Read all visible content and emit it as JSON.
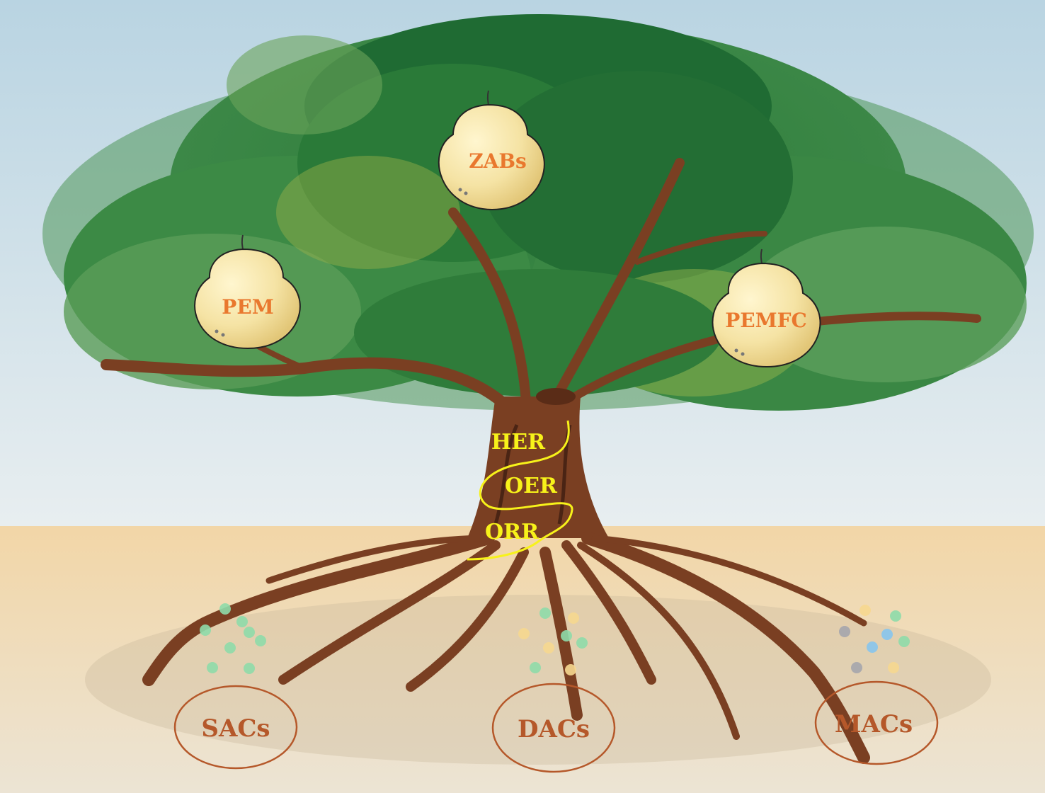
{
  "colors": {
    "sky_top": "#b9d4e2",
    "sky_bottom": "#e8eef0",
    "soil_top": "#f2d6a7",
    "soil_bottom": "#ece4d4",
    "foliage_dark": "#1f6b33",
    "foliage_mid": "#3e8a3c",
    "foliage_light": "#7fae4a",
    "bark": "#7a3f22",
    "bark_dark": "#4a2414",
    "pear_fill": "#f5e3a4",
    "fruit_label": "#e9782e",
    "reaction_label": "#f7f21a",
    "root_label": "#b5582a",
    "atom_green": "#8fdcaa",
    "atom_yellow": "#f7d890",
    "atom_blue": "#88c6ee",
    "atom_grey": "#a6a6ad"
  },
  "fruits": [
    {
      "label": "ZABs"
    },
    {
      "label": "PEM"
    },
    {
      "label": "PEMFC"
    }
  ],
  "reactions": [
    {
      "label": "HER"
    },
    {
      "label": "OER"
    },
    {
      "label": "ORR"
    }
  ],
  "roots": [
    {
      "label": "SACs"
    },
    {
      "label": "DACs"
    },
    {
      "label": "MACs"
    }
  ]
}
